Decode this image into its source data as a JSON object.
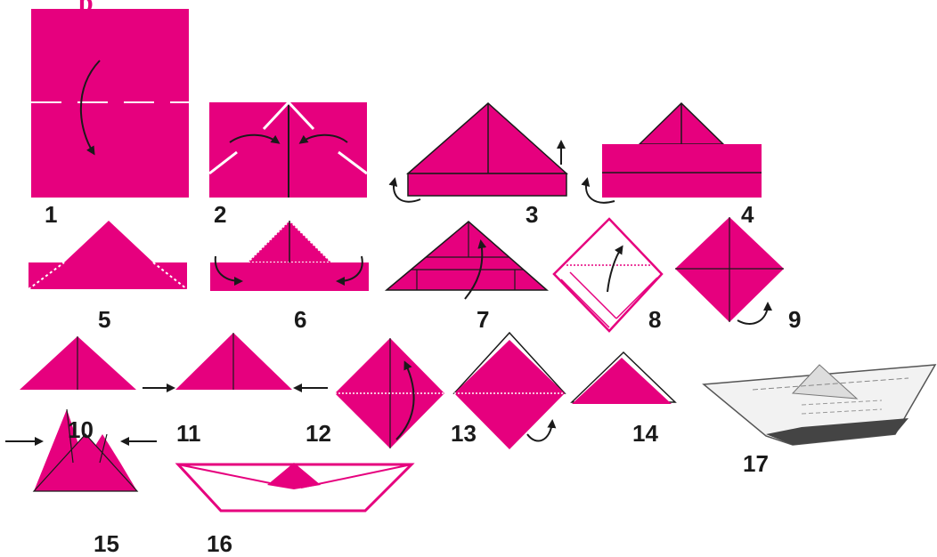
{
  "colors": {
    "paper": "#e6007e",
    "line": "#1a1a1a",
    "fold": "#ffffff"
  },
  "steps": [
    {
      "id": "1",
      "label": "1"
    },
    {
      "id": "2",
      "label": "2"
    },
    {
      "id": "3",
      "label": "3"
    },
    {
      "id": "4",
      "label": "4"
    },
    {
      "id": "5",
      "label": "5"
    },
    {
      "id": "6",
      "label": "6"
    },
    {
      "id": "7",
      "label": "7"
    },
    {
      "id": "8",
      "label": "8"
    },
    {
      "id": "9",
      "label": "9"
    },
    {
      "id": "10",
      "label": "10"
    },
    {
      "id": "11",
      "label": "11"
    },
    {
      "id": "12",
      "label": "12"
    },
    {
      "id": "13",
      "label": "13"
    },
    {
      "id": "14",
      "label": "14"
    },
    {
      "id": "15",
      "label": "15"
    },
    {
      "id": "16",
      "label": "16"
    },
    {
      "id": "17",
      "label": "17"
    }
  ],
  "top_fragment": "p"
}
